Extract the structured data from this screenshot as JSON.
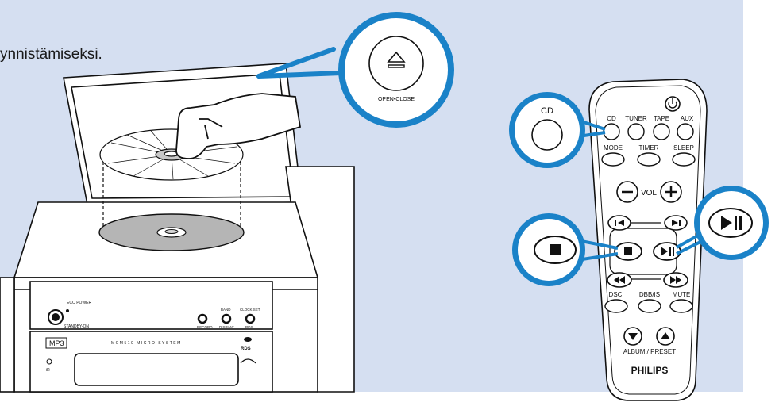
{
  "caption": "ynnistämiseksi.",
  "stereo": {
    "eco_power_label": "ECO POWER",
    "standby_on_label": "STANDBY-ON",
    "record_label": "RECORD",
    "band_label": "BAND",
    "display_label": "DISPLAY",
    "clock_set_label": "CLOCK SET",
    "rds_label": "RDS",
    "model_label": "MCM510 MICRO SYSTEM",
    "ir_label": "iR",
    "mp3_logo": "MP3",
    "rds_logo": "RDS"
  },
  "open_close_callout": {
    "label": "OPEN•CLOSE",
    "icon": "eject-icon"
  },
  "remote": {
    "source_buttons": [
      "CD",
      "TUNER",
      "TAPE",
      "AUX"
    ],
    "function_buttons": [
      "MODE",
      "TIMER",
      "SLEEP"
    ],
    "volume_label": "VOL",
    "bottom_buttons": [
      "DSC",
      "DBB/IS",
      "MUTE"
    ],
    "album_preset_label": "ALBUM / PRESET",
    "brand": "PHILIPS"
  },
  "callouts": {
    "cd_label": "CD"
  },
  "colors": {
    "panel_bg": "#d5dff1",
    "callout_blue": "#1a82c8",
    "ink": "#111111"
  }
}
